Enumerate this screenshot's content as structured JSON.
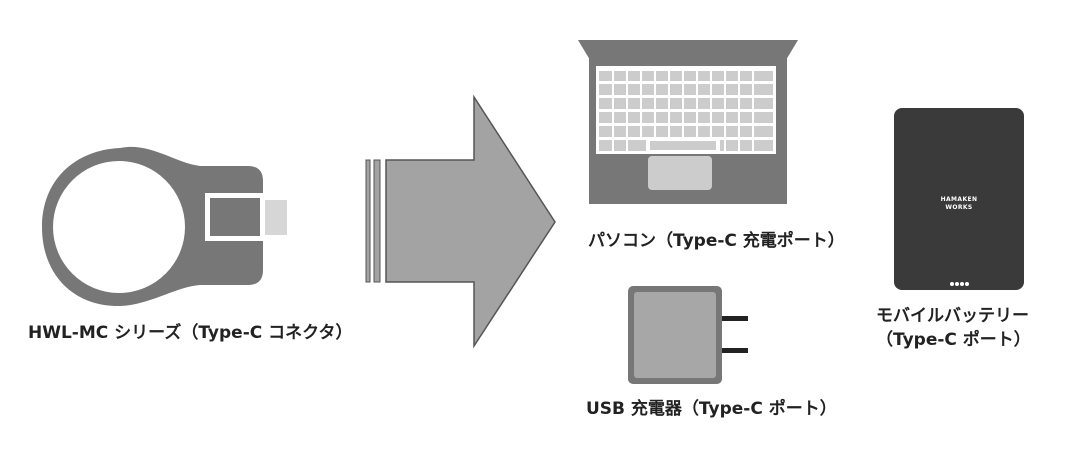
{
  "source": {
    "label": "HWL-MC シリーズ（Type-C コネクタ）"
  },
  "targets": {
    "pc_label": "パソコン（Type-C 充電ポート）",
    "usb_label": "USB 充電器（Type-C ポート）",
    "battery_label_line1": "モバイルバッテリー",
    "battery_label_line2": "（Type-C ポート）",
    "battery_logo_line1": "HAMAKEN",
    "battery_logo_line2": "WORKS"
  },
  "colors": {
    "device_gray": "#777777",
    "connector_gray": "#a7a7a7",
    "arrow_gray": "#a3a3a3",
    "dark_device": "#3a3a3a"
  }
}
